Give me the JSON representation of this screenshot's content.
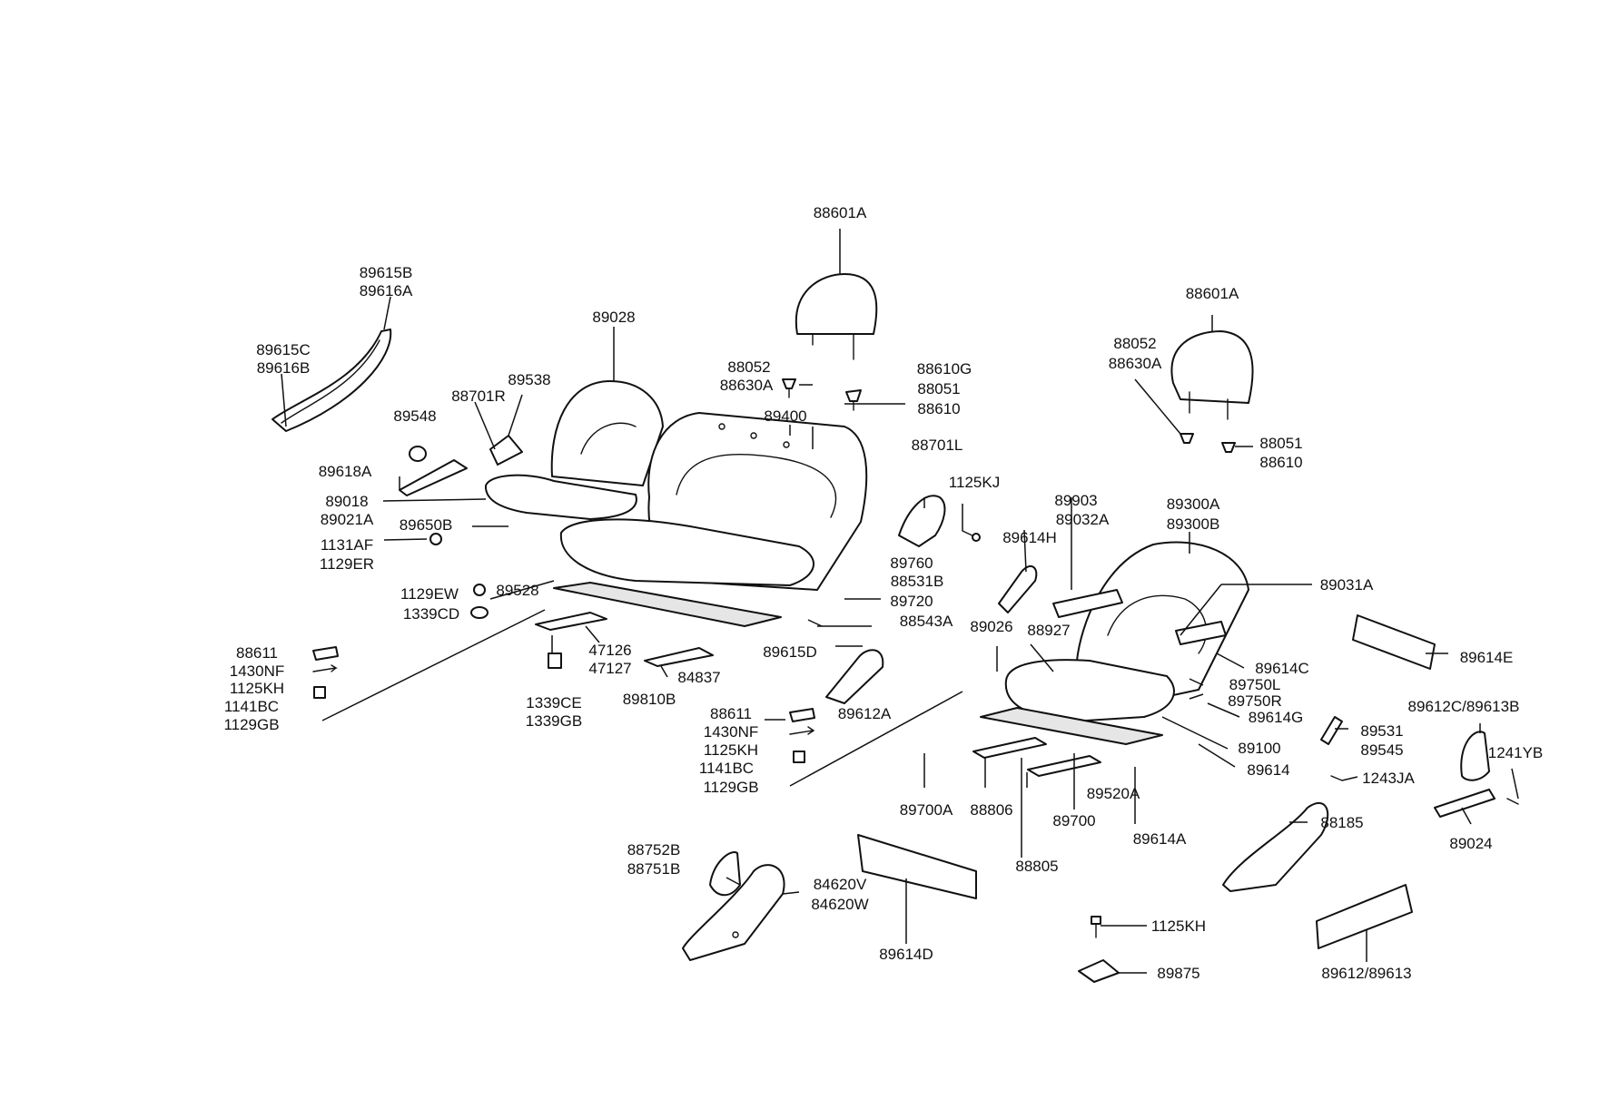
{
  "labels": {
    "l01": "88601A",
    "l02": "89615B",
    "l03": "89616A",
    "l04": "89615C",
    "l05": "89616B",
    "l06": "89028",
    "l07": "89538",
    "l08": "88701R",
    "l09": "89548",
    "l10": "89618A",
    "l11": "89018",
    "l12": "89021A",
    "l13": "89650B",
    "l14": "1131AF",
    "l15": "1129ER",
    "l16": "1129EW",
    "l17": "89528",
    "l18": "1339CD",
    "l19": "88611",
    "l20": "1430NF",
    "l21": "1125KH",
    "l22": "1141BC",
    "l23": "1129GB",
    "l24": "1339CE",
    "l25": "1339GB",
    "l26": "47126",
    "l27": "47127",
    "l28": "84837",
    "l29": "89810B",
    "l30": "89615D",
    "l31": "88052",
    "l32": "88630A",
    "l33": "88610G",
    "l34": "88051",
    "l35": "88610",
    "l36": "89400",
    "l37": "89760",
    "l38": "88531B",
    "l39": "89720",
    "l40": "88543A",
    "l41": "88701L",
    "l42": "1125KJ",
    "l43": "89612A",
    "l44": "88611",
    "l45": "1430NF",
    "l46": "1125KH",
    "l47": "1141BC",
    "l48": "1129GB",
    "l49": "88752B",
    "l50": "88751B",
    "l51": "84620V",
    "l52": "84620W",
    "l53": "89614D",
    "l54": "88601A",
    "l55": "88052",
    "l56": "88630A",
    "l57": "88051",
    "l58": "88610",
    "l59": "89903",
    "l60": "89032A",
    "l61": "89300A",
    "l62": "89300B",
    "l63": "89614H",
    "l64": "89031A",
    "l65": "89026",
    "l66": "88927",
    "l67": "89614C",
    "l68": "89750L",
    "l69": "89750R",
    "l70": "89614G",
    "l71": "89100",
    "l72": "89614",
    "l73": "89614E",
    "l74": "89612C/89613B",
    "l75": "89531",
    "l76": "89545",
    "l77": "1241YB",
    "l78": "1243JA",
    "l79": "89024",
    "l80": "89700A",
    "l81": "88806",
    "l82": "89520A",
    "l83": "89700",
    "l84": "89614A",
    "l85": "88805",
    "l86": "88185",
    "l87": "1125KH",
    "l88": "89875",
    "l89": "89612/89613"
  }
}
